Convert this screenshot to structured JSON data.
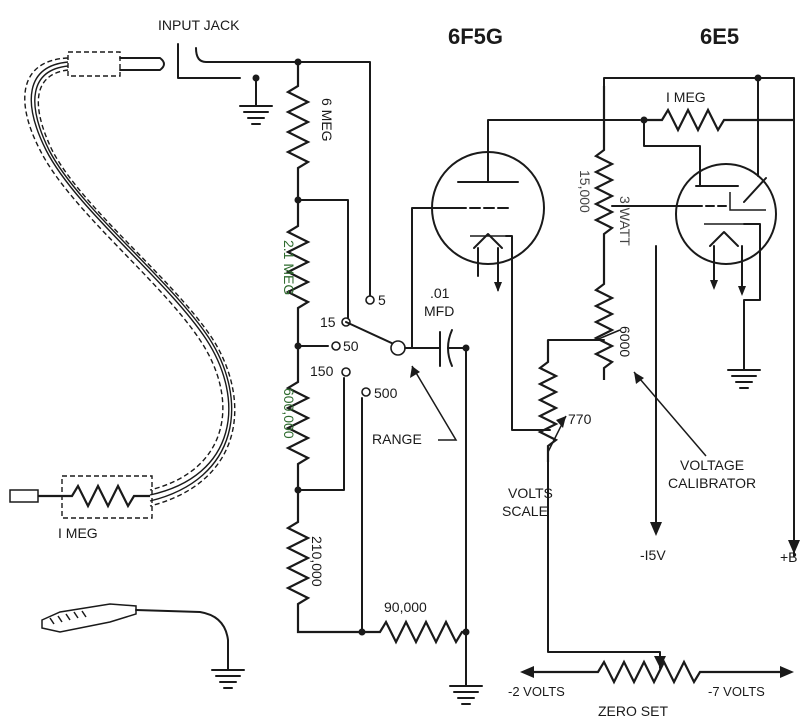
{
  "labels": {
    "input_jack": "INPUT JACK",
    "tube_6f5g": "6F5G",
    "tube_6e5": "6E5",
    "r_6meg": "6 MEG",
    "r_2_1meg": "2.1 MEG",
    "r_600000": "600,000",
    "r_210000": "210,000",
    "r_90000": "90,000",
    "r_1meg_top": "I MEG",
    "r_1meg_probe": "I MEG",
    "r_15000": "15,000",
    "r_3watt": "3 WATT",
    "r_6000": "6000",
    "r_770": "770",
    "cap_01": ".01",
    "cap_mfd": "MFD",
    "range_5": "5",
    "range_15": "15",
    "range_50": "50",
    "range_150": "150",
    "range_500": "500",
    "range": "RANGE",
    "volts": "VOLTS",
    "scale": "SCALE",
    "voltage": "VOLTAGE",
    "calibrator": "CALIBRATOR",
    "minus15v": "-I5V",
    "plus_b": "+B",
    "minus2v": "-2 VOLTS",
    "minus7v": "-7 VOLTS",
    "zero_set": "ZERO SET"
  }
}
